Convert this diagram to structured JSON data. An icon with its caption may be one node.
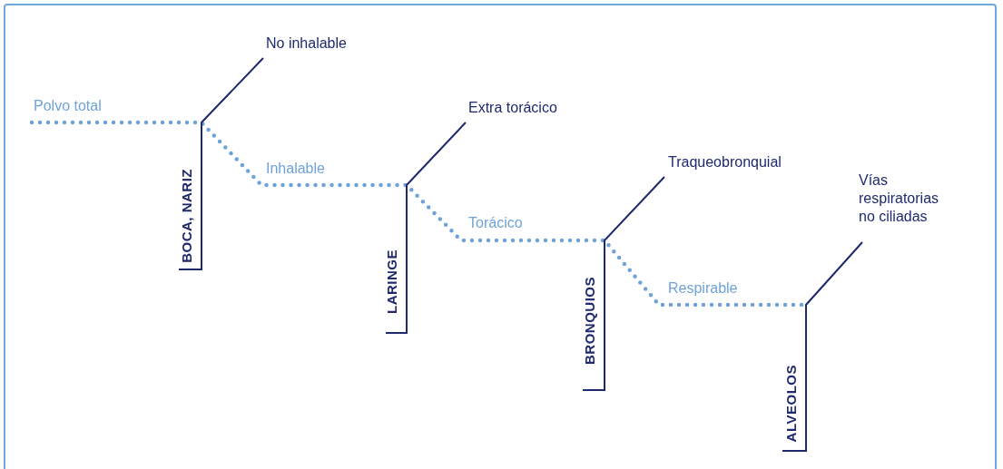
{
  "diagram": {
    "labels": [
      "No inhalable",
      "Polvo total",
      "Extra torácico",
      "Traqueobronquial",
      "Inhalable",
      "Vías respiratorias no ciliadas",
      "BOCA, NARIZ",
      "Torácico",
      "LARINGE",
      "Respirable",
      "BRONQUIOS",
      "ALVEOLOS"
    ]
  }
}
